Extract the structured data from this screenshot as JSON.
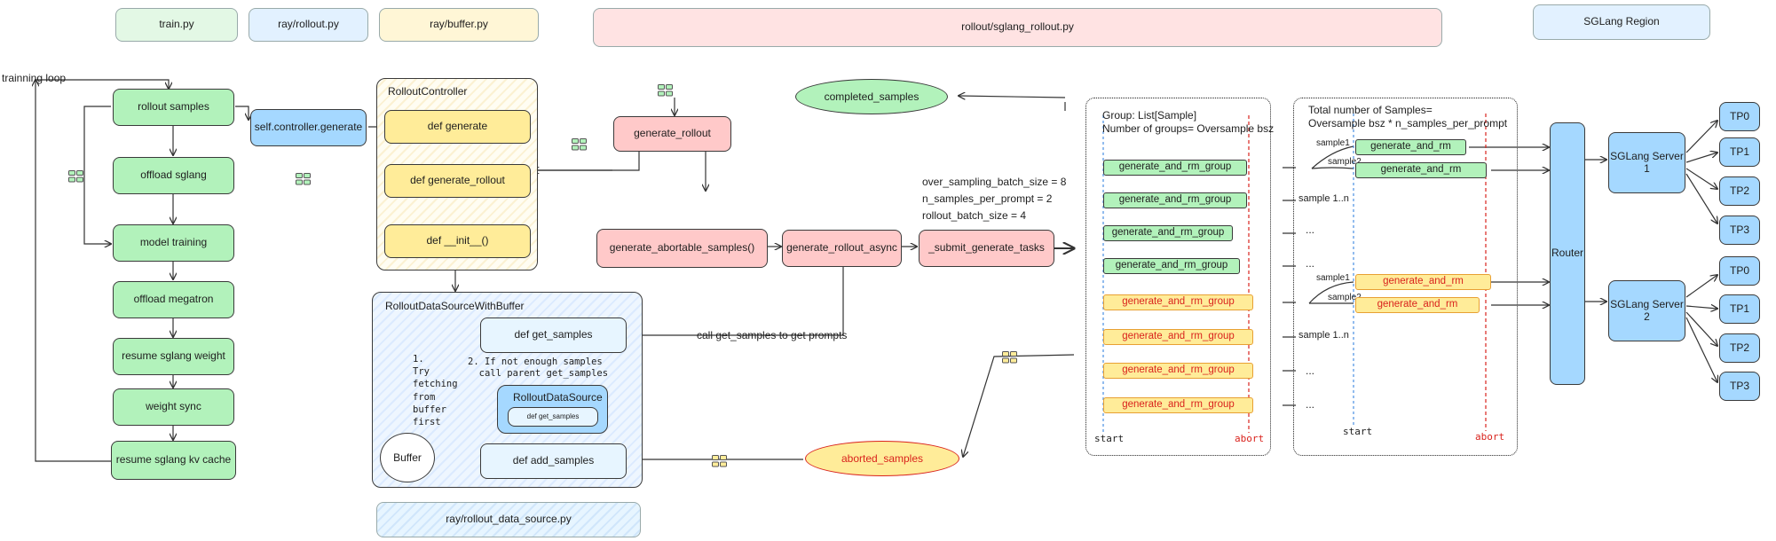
{
  "legend": {
    "train": "train.py",
    "ray_rollout": "ray/rollout.py",
    "ray_buffer": "ray/buffer.py",
    "sglang_rollout": "rollout/sglang_rollout.py",
    "sglang_region": "SGLang Region",
    "rollout_data_source": "ray/rollout_data_source.py"
  },
  "training_loop": {
    "label": "trainning loop",
    "steps": [
      "rollout samples",
      "offload sglang",
      "model training",
      "offload megatron",
      "resume sglang weight",
      "weight sync",
      "resume sglang kv cache"
    ]
  },
  "controller_generate": "self.controller.generate",
  "rollout_controller": {
    "title": "RolloutController",
    "methods": [
      "def generate",
      "def generate_rollout",
      "def __init__()"
    ]
  },
  "data_source_buffer": {
    "title": "RolloutDataSourceWithBuffer",
    "get_samples": "def get_samples",
    "add_samples": "def add_samples",
    "buffer": "Buffer",
    "inner_title": "RolloutDataSource",
    "inner_method": "def get_samples",
    "note1": "1.\nTry\nfetching\nfrom\nbuffer\nfirst",
    "note2": "2. If not enough samples\n  call parent get_samples"
  },
  "sglang_flow": {
    "generate_rollout": "generate_rollout",
    "completed": "completed_samples",
    "abortable": "generate_abortable_samples()",
    "rollout_async": "generate_rollout_async",
    "submit": "_submit_generate_tasks",
    "aborted": "aborted_samples",
    "call_get_samples": "call get_samples to get prompts"
  },
  "params": [
    "over_sampling_batch_size = 8",
    "n_samples_per_prompt = 2",
    "rollout_batch_size = 4"
  ],
  "groups_panel": {
    "title1": "Group: List[Sample]",
    "title2": "Number of groups= Oversample bsz",
    "groups": [
      "generate_and_rm_group",
      "generate_and_rm_group",
      "generate_and_rm_group",
      "generate_and_rm_group",
      "generate_and_rm_group",
      "generate_and_rm_group",
      "generate_and_rm_group",
      "generate_and_rm_group"
    ],
    "start": "start",
    "abort": "abort"
  },
  "samples_col": {
    "sample1": "sample1",
    "sample2": "sample2",
    "sample_range": "sample 1..n",
    "ellipsis": "..."
  },
  "samples_panel": {
    "title1": "Total number of Samples=",
    "title2": "Oversample bsz * n_samples_per_prompt",
    "items": [
      "generate_and_rm",
      "generate_and_rm",
      "generate_and_rm",
      "generate_and_rm"
    ],
    "start": "start",
    "abort": "abort"
  },
  "router": "Router",
  "servers": [
    "SGLang Server\n1",
    "SGLang Server\n2"
  ],
  "tp": [
    "TP0",
    "TP1",
    "TP2",
    "TP3",
    "TP0",
    "TP1",
    "TP2",
    "TP3"
  ]
}
